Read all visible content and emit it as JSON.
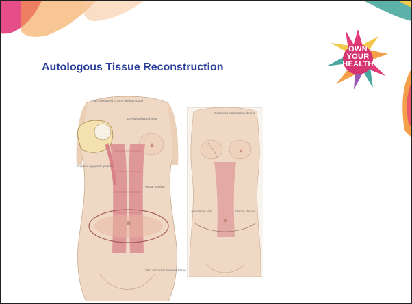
{
  "slide": {
    "title": "Autologous Tissue Reconstruction"
  },
  "logo": {
    "line1": "OWN",
    "line2": "YOUR",
    "line3": "HEALTH"
  },
  "colors": {
    "title": "#2a3f99",
    "accent_pink": "#e23b7a",
    "accent_orange": "#f4a04a",
    "accent_teal": "#4aa8a0",
    "accent_yellow": "#f2c94c",
    "skin": "#f0d9c4",
    "muscle": "#d9828a"
  },
  "figure_left": {
    "labels": [
      "Flap configured to form breast mound",
      "De-epithelialized area",
      "Superior epigastric pedicle",
      "Fascial incision",
      "Skin and subcutaneous tissue resection"
    ]
  },
  "figure_right": {
    "labels": [
      "Corrected mastectomy defect",
      "Abdominal scar",
      "Fascial closure"
    ]
  }
}
